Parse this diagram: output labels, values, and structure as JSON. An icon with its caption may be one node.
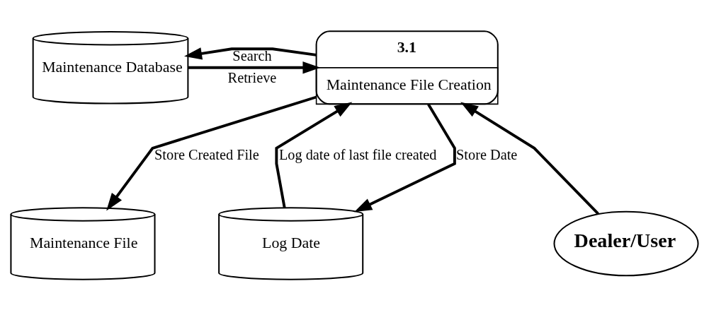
{
  "diagram": {
    "nodes": [
      {
        "text": [
          "Maintenance Database"
        ]
      },
      {
        "text": [
          "3.1",
          "Maintenance File Creation"
        ]
      },
      {
        "text": [
          "Maintenance File"
        ]
      },
      {
        "text": [
          "Log Date"
        ]
      },
      {
        "text": [
          "Dealer/User"
        ]
      }
    ],
    "edges": [
      {
        "from": 0,
        "to": 1,
        "arrow": "to",
        "label": "Retrieve"
      },
      {
        "from": 1,
        "to": 0,
        "arrow": "to",
        "label": "Search"
      },
      {
        "from": 1,
        "to": 2,
        "arrow": "to",
        "label": "Store Created File"
      },
      {
        "from": 1,
        "to": 3,
        "arrow": "to",
        "label": "Store Date"
      },
      {
        "from": 4,
        "to": 1,
        "arrow": "to"
      },
      {
        "from": 3,
        "to": 1,
        "arrow": "to",
        "label": "Log date of last file created"
      }
    ]
  }
}
